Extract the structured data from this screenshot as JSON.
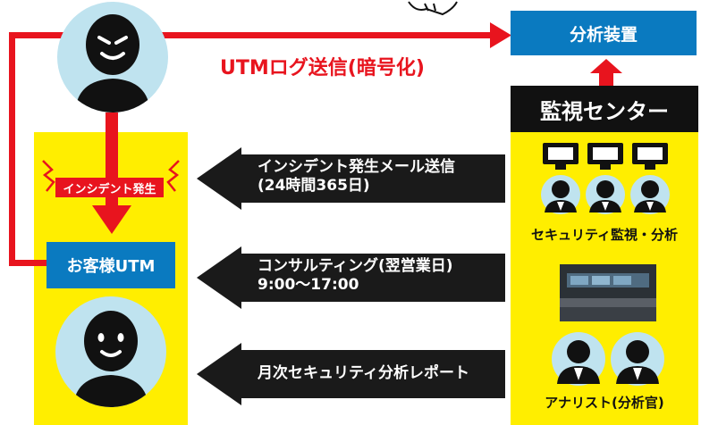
{
  "nodes": {
    "analyzer": "分析装置",
    "monitoring_center": "監視センター",
    "customer_utm": "お客様UTM",
    "incident_badge": "インシデント発生"
  },
  "top_flow_label": "UTMログ送信(暗号化)",
  "flows": [
    {
      "line1": "インシデント発生メール送信",
      "line2": "(24時間365日)"
    },
    {
      "line1": "コンサルティング(翌営業日)",
      "line2": "9:00〜17:00"
    },
    {
      "line1": "月次セキュリティ分析レポート",
      "line2": ""
    }
  ],
  "center_labels": {
    "security": "セキュリティ監視・分析",
    "analyst": "アナリスト(分析官)"
  },
  "colors": {
    "yellow": "#ffee00",
    "red": "#e8141e",
    "blue": "#0a7ac0",
    "black": "#111111",
    "light_blue": "#bfe3ef"
  }
}
